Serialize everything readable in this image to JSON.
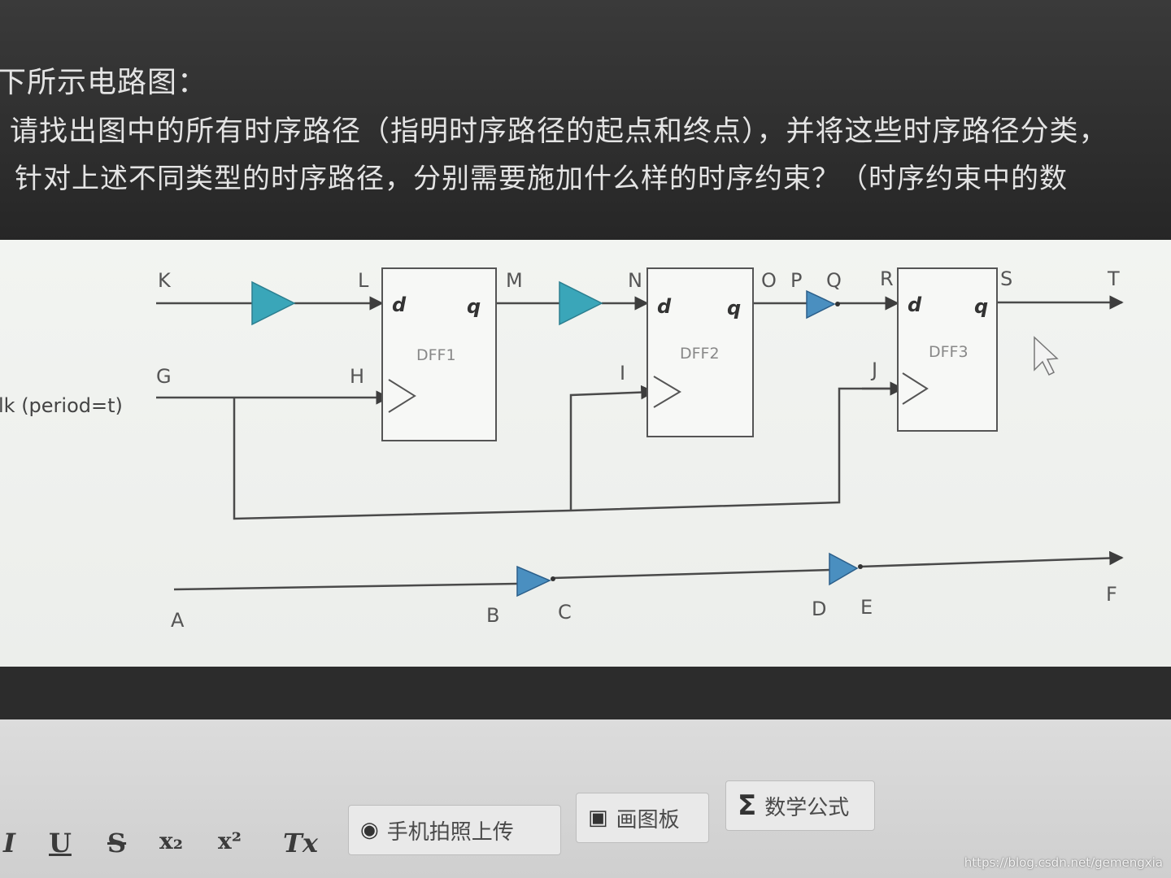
{
  "question": {
    "line1": "下所示电路图：",
    "line2": "请找出图中的所有时序路径（指明时序路径的起点和终点），并将这些时序路径分类，",
    "line3": "针对上述不同类型的时序路径，分别需要施加什么样的时序约束？（时序约束中的数"
  },
  "diagram": {
    "nodes": {
      "K": "K",
      "L": "L",
      "M": "M",
      "N": "N",
      "O": "O",
      "P": "P",
      "Q": "Q",
      "R": "R",
      "S": "S",
      "T": "T",
      "G": "G",
      "H": "H",
      "I": "I",
      "J": "J",
      "A": "A",
      "B": "B",
      "C": "C",
      "D": "D",
      "E": "E",
      "F": "F"
    },
    "clock_label": "lk (period=t)",
    "dff": [
      {
        "name": "DFF1",
        "d": "d",
        "q": "q"
      },
      {
        "name": "DFF2",
        "d": "d",
        "q": "q"
      },
      {
        "name": "DFF3",
        "d": "d",
        "q": "q"
      }
    ],
    "colors": {
      "buffer": "#3aa6b9",
      "buffer_small": "#4a8fc0",
      "wire": "#4a4a4a"
    }
  },
  "toolbar": {
    "format_icons": [
      "I",
      "U",
      "S",
      "x₂",
      "x²",
      "Tx"
    ],
    "buttons": [
      {
        "icon": "camera-icon",
        "label": "手机拍照上传"
      },
      {
        "icon": "image-icon",
        "label": "画图板"
      },
      {
        "icon": "sigma-icon",
        "label": "数学公式"
      }
    ]
  },
  "watermark": "https://blog.csdn.net/gemengxia"
}
